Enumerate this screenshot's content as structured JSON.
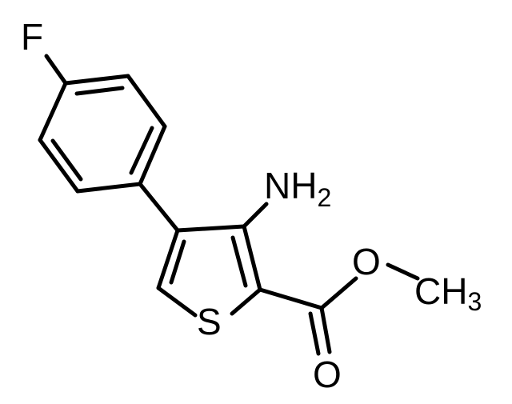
{
  "molecule": {
    "atoms": {
      "fluorine": "F",
      "amine": "NH",
      "amine_subscript": "2",
      "sulfur": "S",
      "ester_oxygen": "O",
      "methyl": "CH",
      "methyl_subscript": "3",
      "carbonyl_oxygen": "O"
    }
  }
}
